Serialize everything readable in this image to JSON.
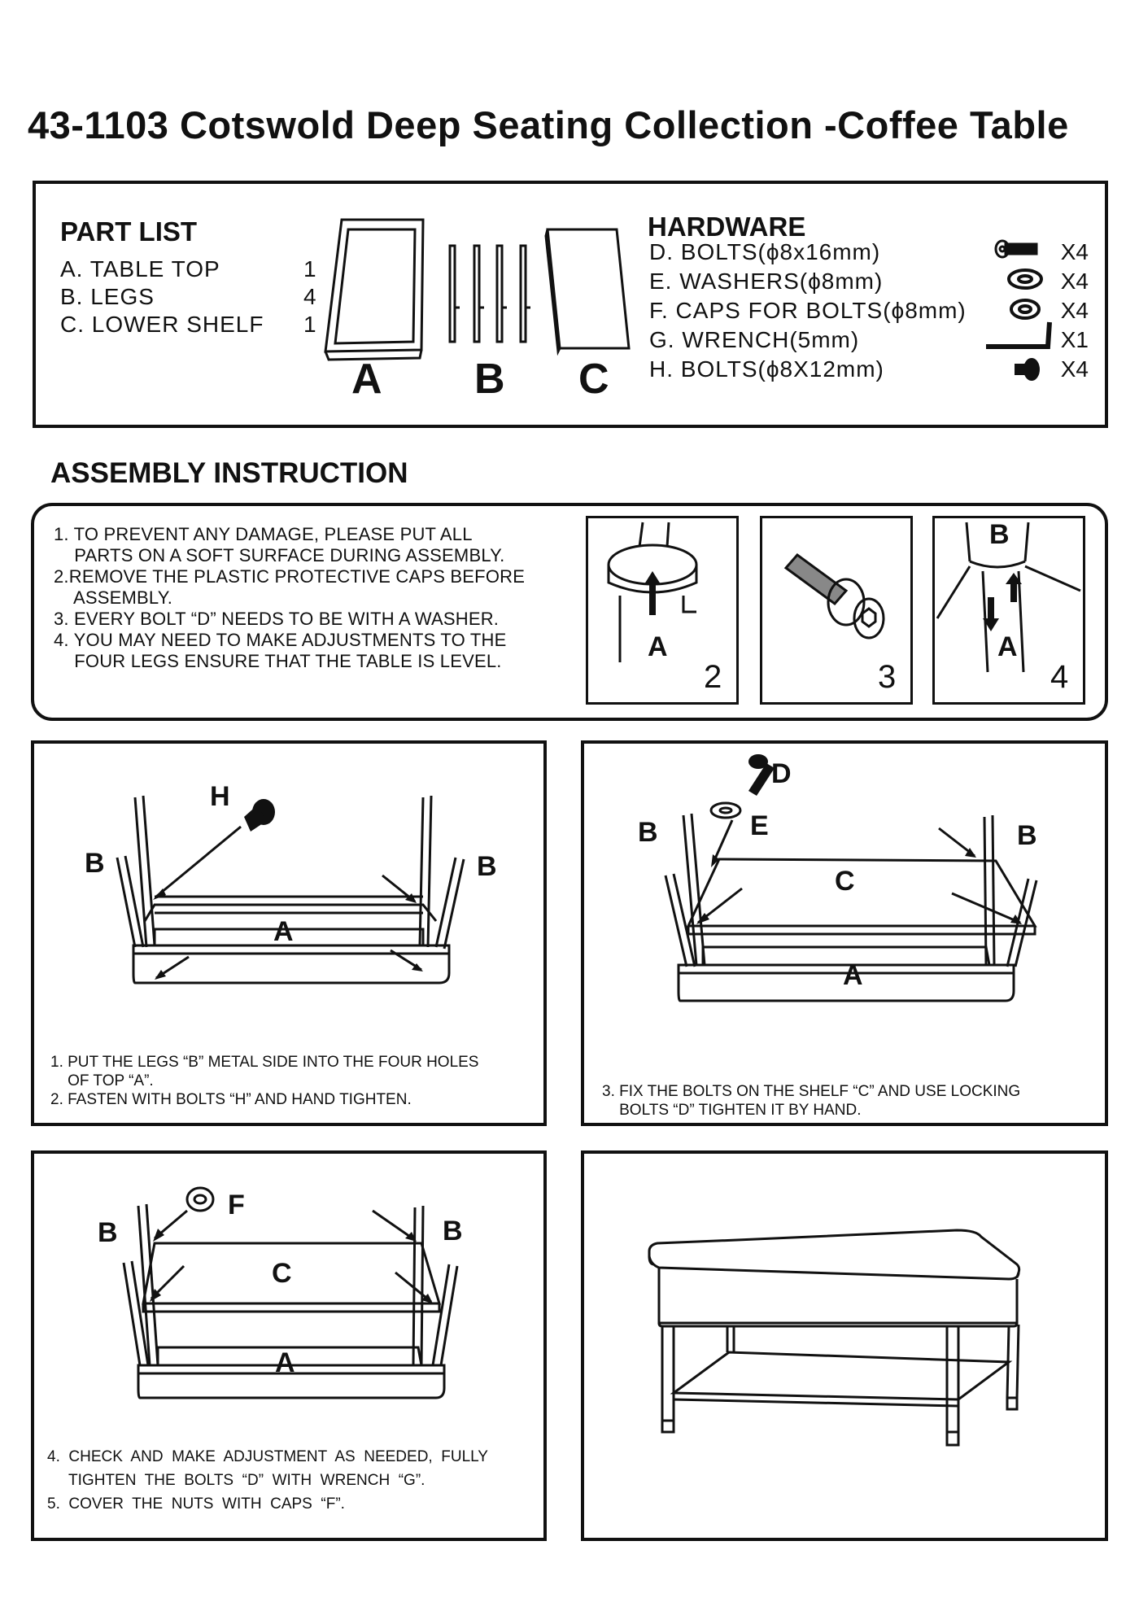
{
  "title": "43-1103 Cotswold Deep Seating Collection -Coffee Table",
  "parts": {
    "heading": "PART LIST",
    "items": [
      {
        "label": "A. TABLE TOP",
        "qty": "1"
      },
      {
        "label": "B. LEGS",
        "qty": "4"
      },
      {
        "label": "C. LOWER SHELF",
        "qty": "1"
      }
    ],
    "picture_labels": [
      "A",
      "B",
      "C"
    ]
  },
  "hardware": {
    "heading": "HARDWARE",
    "items": [
      {
        "label": "D. BOLTS(ϕ8x16mm)",
        "qty": "X4",
        "icon": "hex-bolt-icon"
      },
      {
        "label": "E. WASHERS(ϕ8mm)",
        "qty": "X4",
        "icon": "washer-icon"
      },
      {
        "label": "F. CAPS FOR BOLTS(ϕ8mm)",
        "qty": "X4",
        "icon": "bolt-cap-icon"
      },
      {
        "label": "G. WRENCH(5mm)",
        "qty": "X1",
        "icon": "allen-wrench-icon"
      },
      {
        "label": "H. BOLTS(ϕ8X12mm)",
        "qty": "X4",
        "icon": "round-bolt-icon"
      }
    ]
  },
  "assembly": {
    "heading": "ASSEMBLY INSTRUCTION",
    "instructions": [
      "1. TO PREVENT ANY DAMAGE, PLEASE PUT ALL",
      "    PARTS ON A SOFT SURFACE DURING ASSEMBLY.",
      "2.REMOVE THE PLASTIC PROTECTIVE CAPS BEFORE",
      "    ASSEMBLY.",
      "3. EVERY BOLT “D” NEEDS TO BE WITH A WASHER.",
      "4. YOU MAY NEED TO MAKE ADJUSTMENTS TO THE",
      "    FOUR LEGS ENSURE THAT THE TABLE IS LEVEL."
    ],
    "detail_panels": [
      {
        "number": "2",
        "labels": [
          "A"
        ]
      },
      {
        "number": "3",
        "labels": []
      },
      {
        "number": "4",
        "labels": [
          "B",
          "A"
        ]
      }
    ]
  },
  "steps": [
    {
      "labels": {
        "H": "H",
        "B": "B",
        "A": "A"
      },
      "text": [
        "1. PUT THE LEGS “B” METAL SIDE INTO THE FOUR HOLES",
        "    OF TOP “A”.",
        "2. FASTEN WITH BOLTS “H” AND HAND TIGHTEN."
      ]
    },
    {
      "labels": {
        "D": "D",
        "E": "E",
        "B": "B",
        "C": "C",
        "A": "A"
      },
      "text": [
        "3. FIX THE BOLTS ON THE SHELF “C” AND USE LOCKING",
        "    BOLTS “D” TIGHTEN IT BY HAND."
      ]
    },
    {
      "labels": {
        "F": "F",
        "B": "B",
        "C": "C",
        "A": "A"
      },
      "text": [
        "4.  CHECK  AND  MAKE  ADJUSTMENT  AS  NEEDED,  FULLY",
        "     TIGHTEN  THE  BOLTS  “D”  WITH  WRENCH  “G”.",
        "5.  COVER  THE  NUTS  WITH  CAPS  “F”."
      ]
    }
  ]
}
